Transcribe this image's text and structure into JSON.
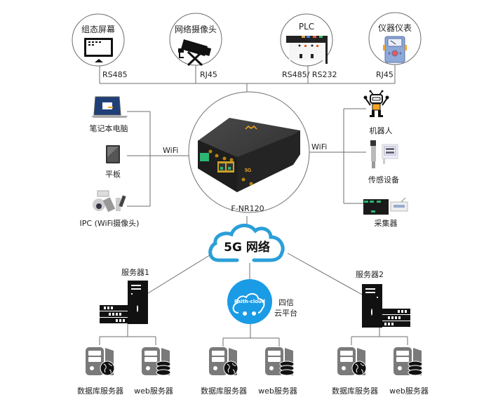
{
  "diagram": {
    "title": "F-NR120 5G router networking topology",
    "colors": {
      "line": "#6e6e6e",
      "cloud_stroke": "#2a9fd8",
      "faith_cloud_fill": "#1a9be6",
      "server_gray": "#7a7a7a",
      "router_body": "#3c3c3c",
      "accent_orange": "#f5a623",
      "port_green": "#2bb673"
    },
    "top_devices": [
      {
        "label": "组态屏幕",
        "interface": "RS485",
        "icon": "monitor-screen-icon"
      },
      {
        "label": "网络摄像头",
        "interface": "RJ45",
        "icon": "network-camera-icon"
      },
      {
        "label": "PLC",
        "interface": "RS485/ RS232",
        "icon": "plc-icon"
      },
      {
        "label": "仪器仪表",
        "interface": "RJ45",
        "icon": "instrument-meter-icon"
      }
    ],
    "left_wifi": {
      "link": "WiFi",
      "devices": [
        {
          "label": "笔记本电脑",
          "icon": "laptop-icon"
        },
        {
          "label": "平板",
          "icon": "tablet-icon"
        },
        {
          "label": "IPC (WiFi摄像头)",
          "icon": "ip-camera-icon"
        }
      ]
    },
    "right_wifi": {
      "link": "WiFi",
      "devices": [
        {
          "label": "机器人",
          "icon": "robot-icon"
        },
        {
          "label": "传感设备",
          "icon": "sensor-icon"
        },
        {
          "label": "采集器",
          "icon": "collector-icon"
        }
      ]
    },
    "router": {
      "label": "F-NR120",
      "icon": "router-icon"
    },
    "network": {
      "label": "5G 网络",
      "icon": "cloud-icon"
    },
    "servers": [
      {
        "label": "服务器1",
        "children": [
          "数据库服务器",
          "web服务器"
        ]
      },
      {
        "label": "四信\n云平台",
        "line1": "四信",
        "line2": "云平台",
        "badge": "Faith-cloud",
        "children": [
          "数据库服务器",
          "web服务器"
        ]
      },
      {
        "label": "服务器2",
        "children": [
          "数据库服务器",
          "web服务器"
        ]
      }
    ]
  }
}
